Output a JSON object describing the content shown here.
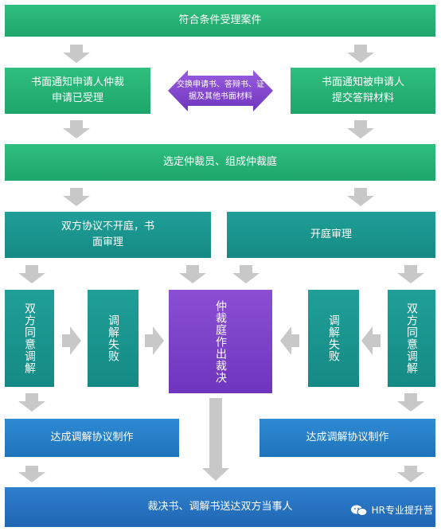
{
  "flow": {
    "start": "符合条件受理案件",
    "notify_applicant": "书面通知申请人仲裁申请已受理",
    "exchange": "交换申请书、答辩书、证据及其他书面材料",
    "notify_respondent": "书面通知被申请人提交答辩材料",
    "select_arbitrator": "选定仲裁员、组成仲裁庭",
    "written_review": "双方协议不开庭，书面审理",
    "court_hearing": "开庭审理",
    "mediate_agree_left": "双方同意调解",
    "mediate_fail_left": "调解失败",
    "award": "仲裁庭作出裁决",
    "mediate_fail_right": "调解失败",
    "mediate_agree_right": "双方同意调解",
    "agreement_left": "达成调解协议制作",
    "agreement_right": "达成调解协议制作",
    "final": "裁决书、调解书送达双方当事人"
  },
  "watermark": "HR专业提升营",
  "colors": {
    "green": "#1ea56b",
    "teal": "#158a84",
    "blue": "#1e74bc",
    "purple": "#6e35bd",
    "arrow": "#c8c8c8"
  }
}
